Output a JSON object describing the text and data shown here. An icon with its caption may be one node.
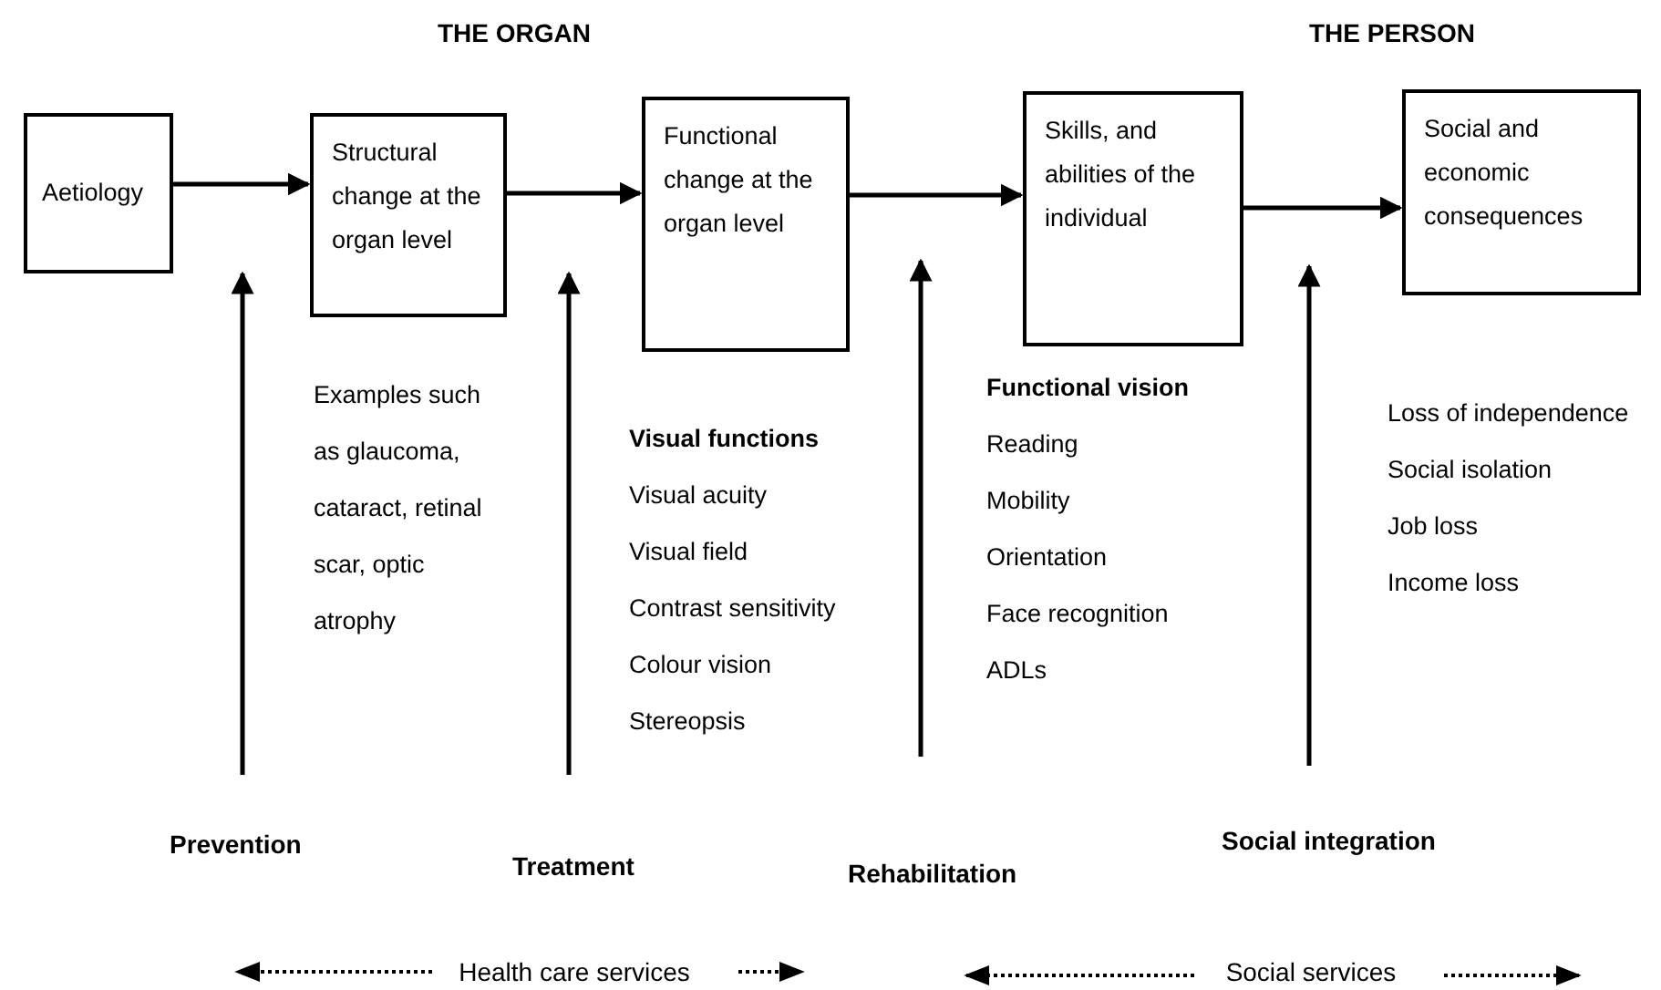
{
  "diagram": {
    "nodes": [
      {
        "text": [
          "Aetiology"
        ]
      },
      {
        "text": [
          "Structural change at the organ level"
        ]
      },
      {
        "text": [
          "Functional change at the organ level"
        ]
      },
      {
        "text": [
          "Skills, and abilities of the individual"
        ]
      },
      {
        "text": [
          "Social and economic consequences"
        ]
      },
      {
        "text": [
          "Prevention"
        ]
      },
      {
        "text": [
          "Treatment"
        ]
      },
      {
        "text": [
          "Rehabilitation"
        ]
      },
      {
        "text": [
          "Social integration"
        ]
      }
    ],
    "edges": [
      {
        "from": 0,
        "to": 1,
        "arrow": "to"
      },
      {
        "from": 1,
        "to": 2,
        "arrow": "to"
      },
      {
        "from": 2,
        "to": 3,
        "arrow": "to"
      },
      {
        "from": 3,
        "to": 4,
        "arrow": "to"
      },
      {
        "from": 5,
        "to": null,
        "arrow": "to"
      },
      {
        "from": 6,
        "to": null,
        "arrow": "to"
      },
      {
        "from": 7,
        "to": null,
        "arrow": "to"
      },
      {
        "from": 8,
        "to": null,
        "arrow": "to"
      }
    ],
    "labels": [
      "THE ORGAN",
      "THE PERSON",
      "Examples such as glaucoma, cataract, retinal scar, optic atrophy",
      "Visual functions",
      "Visual acuity",
      "Visual field",
      "Contrast sensitivity",
      "Colour vision",
      "Stereopsis",
      "Functional vision",
      "Reading",
      "Mobility",
      "Orientation",
      "Face recognition",
      "ADLs",
      "Loss of independence",
      "Social isolation",
      "Job loss",
      "Income loss",
      "Health care services",
      "Social services"
    ]
  }
}
